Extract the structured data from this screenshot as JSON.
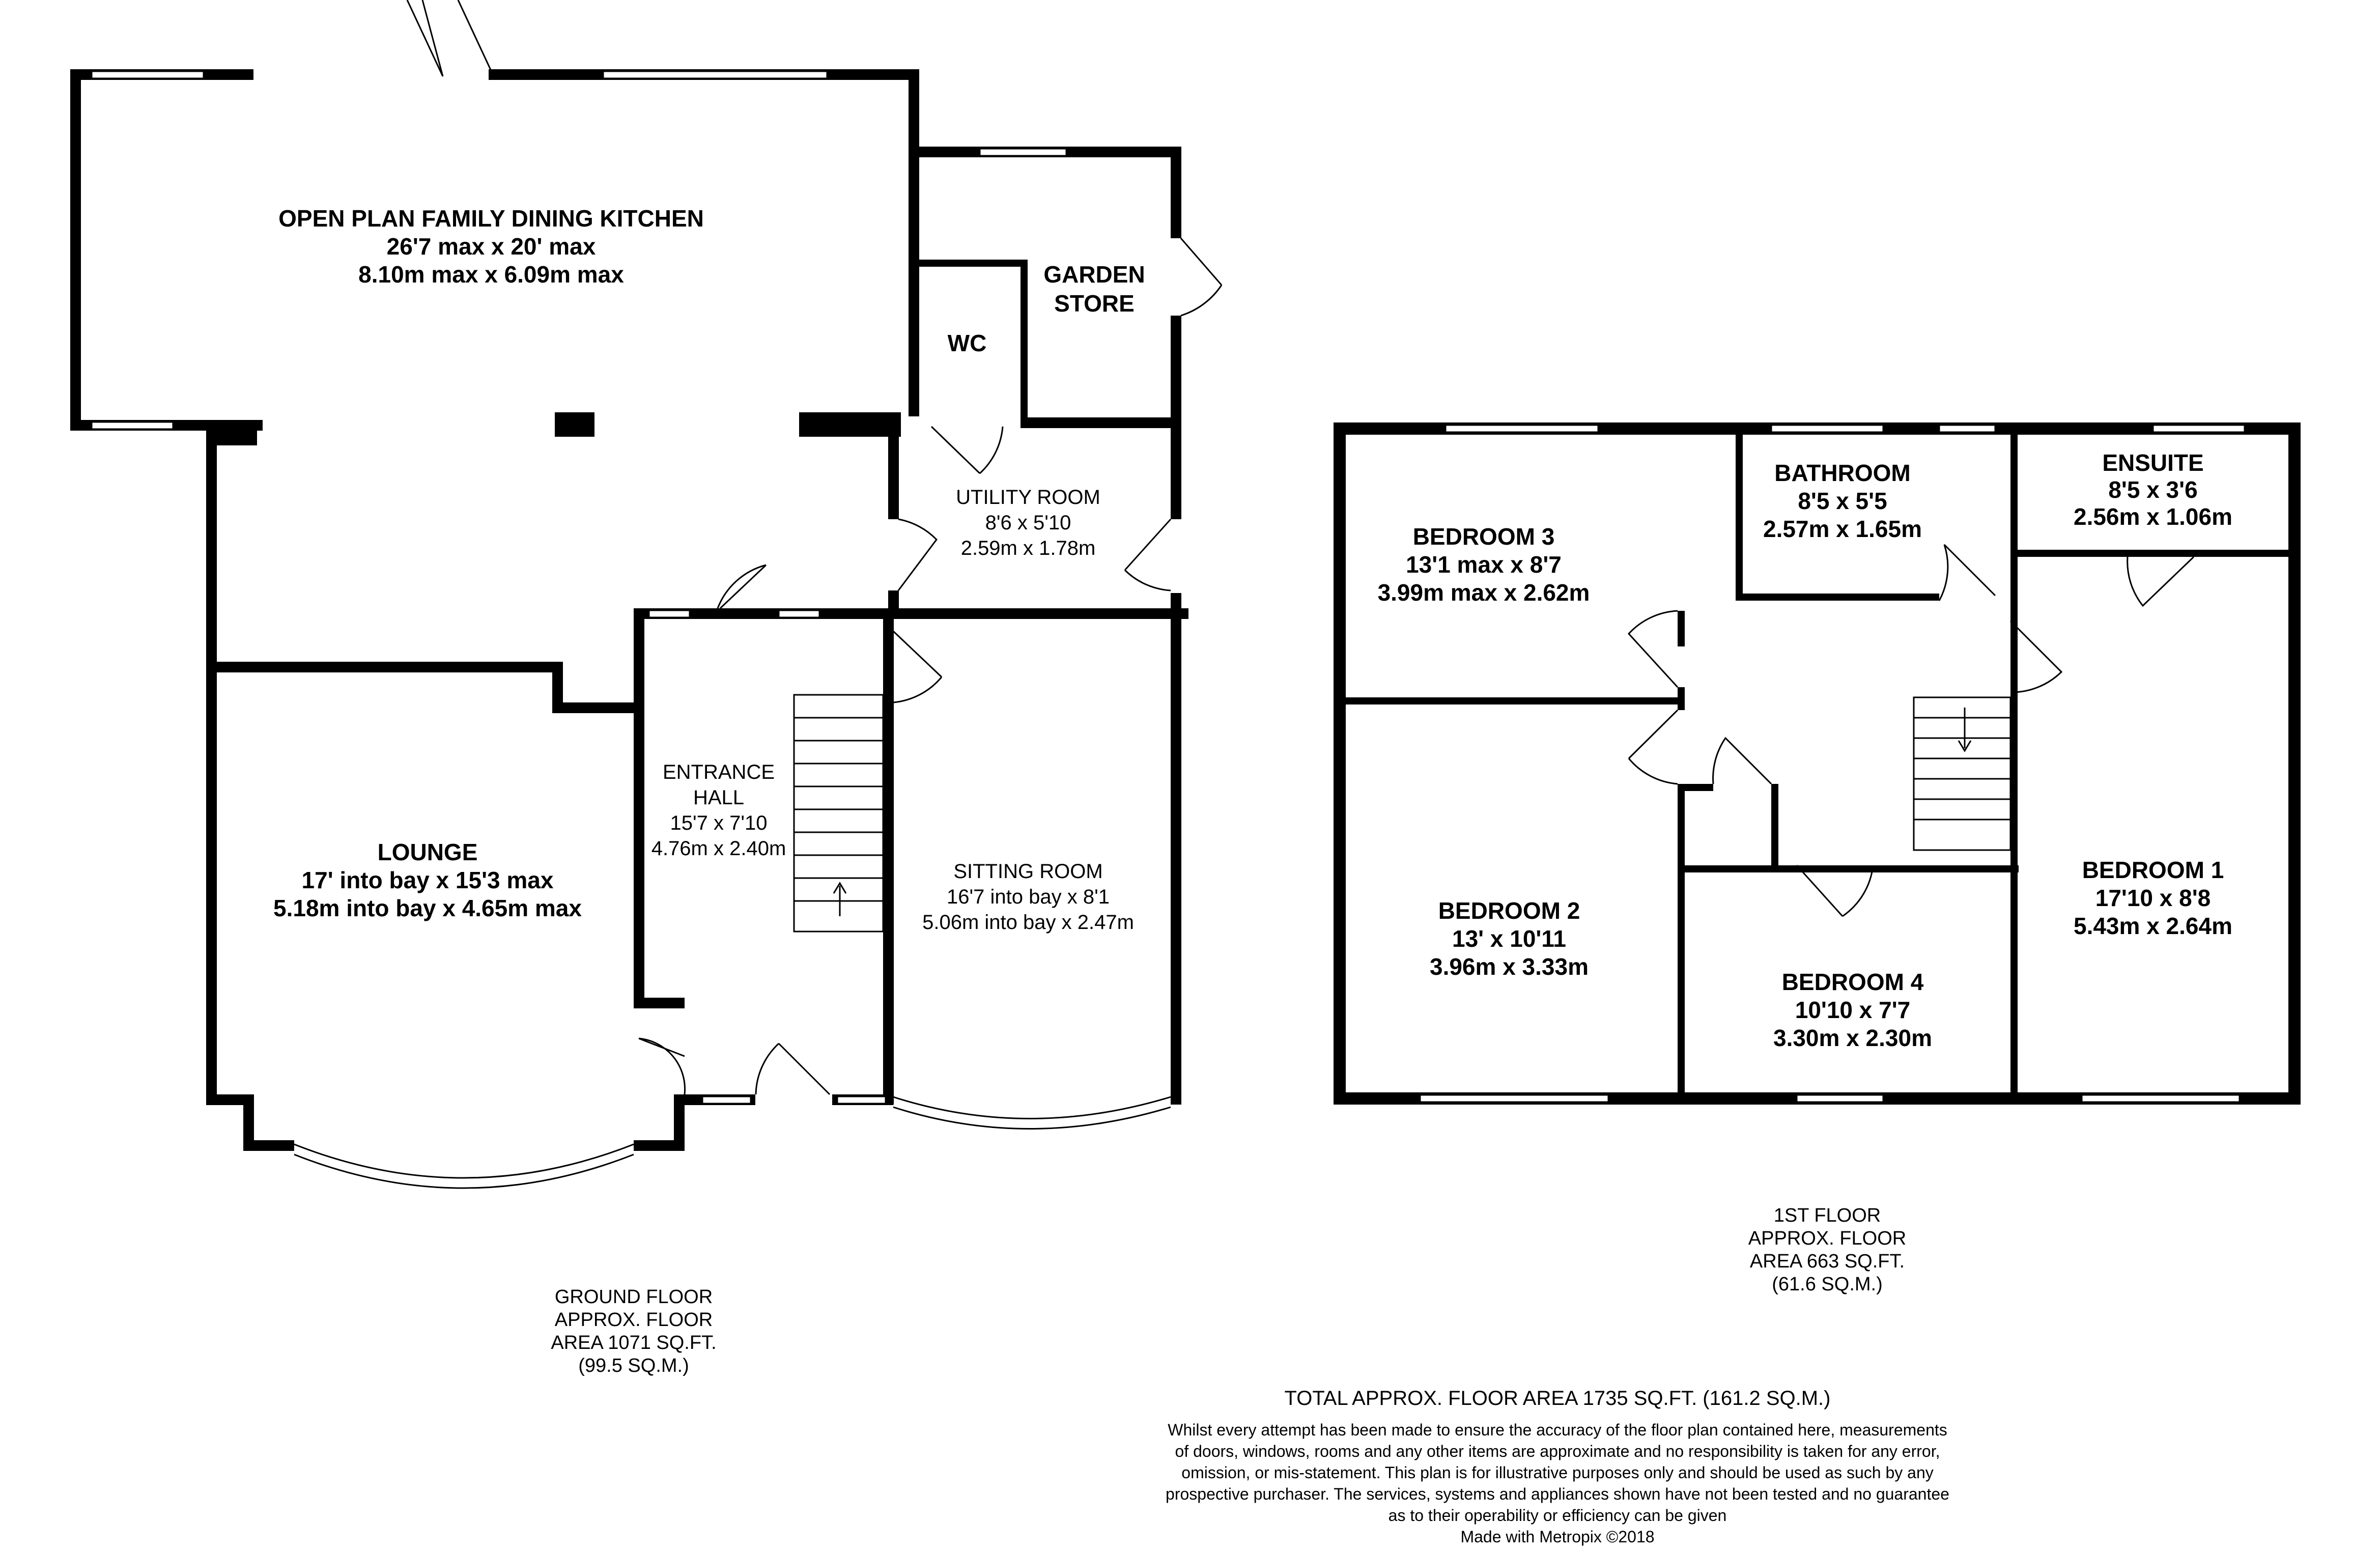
{
  "ground_floor": {
    "rooms": {
      "kitchen": {
        "name": "OPEN PLAN FAMILY DINING KITCHEN",
        "dim_imperial": "26'7 max x 20' max",
        "dim_metric": "8.10m max x 6.09m max"
      },
      "wc": {
        "name": "WC"
      },
      "garden_store": {
        "name_line1": "GARDEN",
        "name_line2": "STORE"
      },
      "utility": {
        "name": "UTILITY ROOM",
        "dim_imperial": "8'6 x 5'10",
        "dim_metric": "2.59m x 1.78m"
      },
      "lounge": {
        "name": "LOUNGE",
        "dim_imperial": "17' into bay x 15'3 max",
        "dim_metric": "5.18m into bay x 4.65m max"
      },
      "hall": {
        "name_line1": "ENTRANCE",
        "name_line2": "HALL",
        "dim_imperial": "15'7 x 7'10",
        "dim_metric": "4.76m x 2.40m"
      },
      "sitting": {
        "name": "SITTING ROOM",
        "dim_imperial": "16'7 into bay x 8'1",
        "dim_metric": "5.06m into bay x 2.47m"
      }
    },
    "area": [
      "GROUND FLOOR",
      "APPROX. FLOOR",
      "AREA 1071 SQ.FT.",
      "(99.5 SQ.M.)"
    ]
  },
  "first_floor": {
    "rooms": {
      "bedroom3": {
        "name": "BEDROOM 3",
        "dim_imperial": "13'1 max x 8'7",
        "dim_metric": "3.99m max x 2.62m"
      },
      "bathroom": {
        "name": "BATHROOM",
        "dim_imperial": "8'5 x 5'5",
        "dim_metric": "2.57m x 1.65m"
      },
      "ensuite": {
        "name": "ENSUITE",
        "dim_imperial": "8'5 x 3'6",
        "dim_metric": "2.56m x 1.06m"
      },
      "bedroom2": {
        "name": "BEDROOM 2",
        "dim_imperial": "13' x 10'11",
        "dim_metric": "3.96m x 3.33m"
      },
      "bedroom4": {
        "name": "BEDROOM 4",
        "dim_imperial": "10'10 x 7'7",
        "dim_metric": "3.30m x 2.30m"
      },
      "bedroom1": {
        "name": "BEDROOM 1",
        "dim_imperial": "17'10 x 8'8",
        "dim_metric": "5.43m x 2.64m"
      }
    },
    "area": [
      "1ST FLOOR",
      "APPROX. FLOOR",
      "AREA 663 SQ.FT.",
      "(61.6 SQ.M.)"
    ]
  },
  "footer": {
    "total": "TOTAL APPROX. FLOOR AREA 1735 SQ.FT. (161.2 SQ.M.)",
    "disclaimer": [
      "Whilst every attempt has been made to ensure the accuracy of the floor plan contained here, measurements",
      "of doors, windows, rooms and any other items are approximate and no responsibility is taken for any error,",
      "omission, or mis-statement. This plan is for illustrative purposes only and should be used as such by any",
      "prospective purchaser. The services, systems and appliances shown have not been tested and no guarantee",
      "as to their operability or efficiency can be given"
    ],
    "credit": "Made with Metropix ©2018"
  },
  "colors": {
    "wall": "#000000",
    "background": "#ffffff"
  }
}
